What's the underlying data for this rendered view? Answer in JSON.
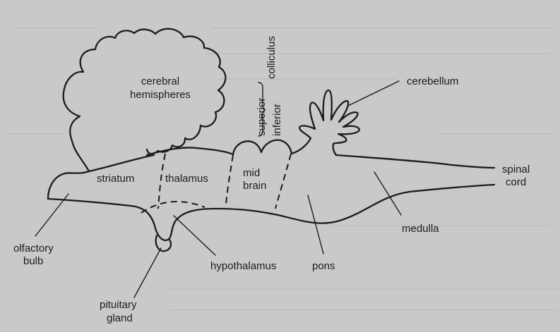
{
  "colors": {
    "background": "#c9c9c7",
    "ink": "#1c1c1c"
  },
  "labels": {
    "cerebral_line1": "cerebral",
    "cerebral_line2": "hemispheres",
    "superior": "superior",
    "inferior": "inferior",
    "colliculus": "colliculus",
    "cerebellum": "cerebellum",
    "striatum": "striatum",
    "thalamus": "thalamus",
    "mid": "mid",
    "brain": "brain",
    "spinal": "spinal",
    "cord": "cord",
    "olfactory": "olfactory",
    "bulb": "bulb",
    "medulla": "medulla",
    "hypothalamus": "hypothalamus",
    "pons": "pons",
    "pituitary": "pituitary",
    "gland": "gland"
  }
}
